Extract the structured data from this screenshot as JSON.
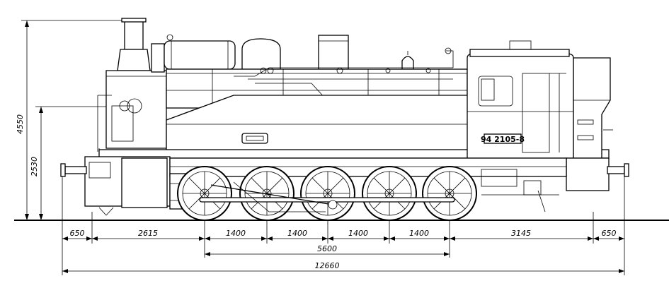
{
  "drawing": {
    "loco_number": "94 2105-8",
    "height_dims": [
      "4550",
      "2530"
    ],
    "length_dims_row1": [
      "650",
      "2615",
      "1400",
      "1400",
      "1400",
      "1400",
      "3145",
      "650"
    ],
    "wheelbase_total": "5600",
    "overall_length": "12660"
  }
}
